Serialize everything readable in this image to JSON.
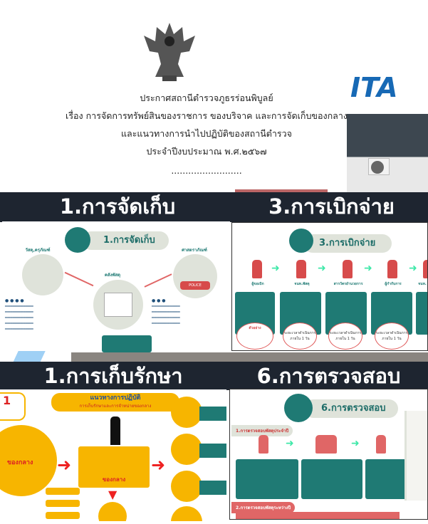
{
  "announcement": {
    "line1": "ประกาศสถานีตำรวจภูธรร่อนพิบูลย์",
    "line2": "เรื่อง การจัดการทรัพย์สินของราชการ ของบริจาค และการจัดเก็บของกลาง",
    "line3": "และแนวทางการนำไปปฏิบัติของสถานีตำรวจ",
    "line4": "ประจำปีงบประมาณ พ.ศ.๒๕๖๗",
    "dots": "........................."
  },
  "logo": {
    "text": "ITA"
  },
  "panels": [
    {
      "title": "1.การจัดเก็บ",
      "inner_title": "1.การจัดเก็บ",
      "labels": [
        "วัสดุ,ครุภัณฑ์",
        "คลังพัสดุ",
        "ศาสตราภัณฑ์"
      ],
      "car_text": "POLICE"
    },
    {
      "title": "3.การเบิกจ่าย",
      "inner_title": "3.การเบิกจ่าย",
      "steps": [
        "ผู้ขอเบิก",
        "จนท.พัสดุ",
        "สารวัตรอำนวยการ",
        "ผู้กำกับการ",
        "จนท."
      ],
      "oval_text": "ระยะเวลาดำเนินการภายใน 1 วัน",
      "example": "ตัวอย่าง"
    },
    {
      "title": "1.การเก็บรักษา",
      "inner_title": "แนวทางการปฏิบัติ",
      "inner_subtitle": "การเก็บรักษาและการจำหน่ายของกลาง",
      "center_label": "ของกลาง",
      "box_label": "ของกลาง"
    },
    {
      "title": "6.การตรวจสอบ",
      "inner_title": "6.การตรวจสอบ",
      "section1": "1.การตรวจสอบพัสดุประจำปี",
      "section2": "2.การตรวจสอบพัสดุระหว่างปี"
    }
  ],
  "colors": {
    "dark": "#1e2530",
    "teal": "#1f7a74",
    "red": "#d74b4b",
    "orange": "#f7b500",
    "green_arrow": "#3ee8a8"
  }
}
